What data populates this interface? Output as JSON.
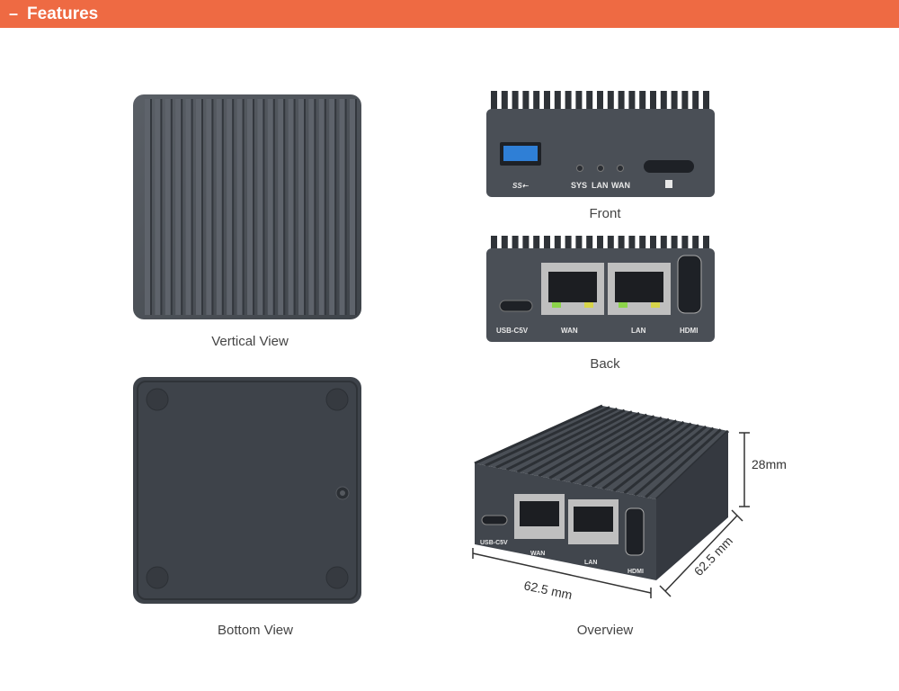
{
  "header": {
    "dash": "–",
    "title": "Features"
  },
  "views": {
    "vertical": {
      "caption": "Vertical View"
    },
    "bottom": {
      "caption": "Bottom View"
    },
    "front": {
      "caption": "Front",
      "ports": {
        "usb_logo": "SS⇠",
        "sys": "SYS",
        "lan": "LAN",
        "wan": "WAN"
      }
    },
    "back": {
      "caption": "Back",
      "ports": {
        "usbc": "USB-C5V",
        "wan": "WAN",
        "lan": "LAN",
        "hdmi": "HDMI"
      }
    },
    "overview": {
      "caption": "Overview",
      "ports": {
        "usbc": "USB-C5V",
        "wan": "WAN",
        "lan": "LAN",
        "hdmi": "HDMI"
      },
      "dimensions": {
        "height": "28mm",
        "width": "62.5 mm",
        "depth": "62.5 mm"
      }
    }
  },
  "colors": {
    "header": "#ee6a43",
    "metal": "#4a4f56",
    "usb_blue": "#2f7fd6"
  }
}
